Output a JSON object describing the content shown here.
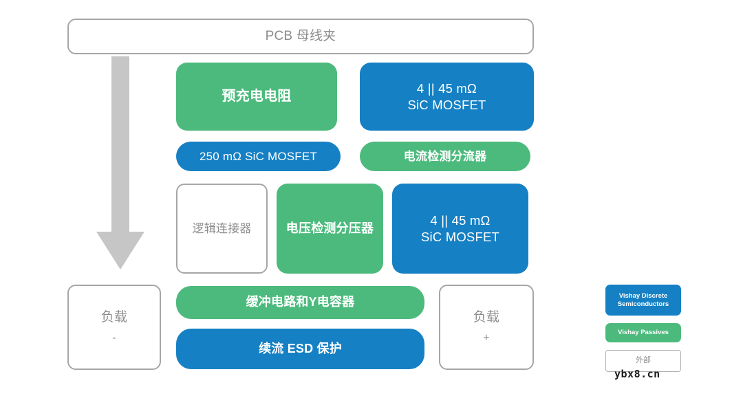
{
  "diagram": {
    "title_box": {
      "label": "PCB 母线夹",
      "style": "outline"
    },
    "blocks": [
      {
        "id": "precharge-resistor",
        "label": "预充电电阻",
        "style": "green"
      },
      {
        "id": "sic-mosfet-4p45-top",
        "line1": "4 || 45 mΩ",
        "line2": "SiC MOSFET",
        "style": "blue"
      },
      {
        "id": "sic-mosfet-250",
        "label": "250 mΩ SiC MOSFET",
        "style": "blue"
      },
      {
        "id": "current-sense-shunt",
        "label": "电流检测分流器",
        "style": "green"
      },
      {
        "id": "logic-connector",
        "label": "逻辑连接器",
        "style": "outline"
      },
      {
        "id": "voltage-sense-divider",
        "label": "电压检测分压器",
        "style": "green"
      },
      {
        "id": "sic-mosfet-4p45-mid",
        "line1": "4 || 45 mΩ",
        "line2": "SiC MOSFET",
        "style": "blue"
      },
      {
        "id": "load-negative",
        "label": "负载",
        "sub": "-",
        "style": "outline"
      },
      {
        "id": "snubber-y-capacitor",
        "label": "缓冲电路和Y电容器",
        "style": "green"
      },
      {
        "id": "freewheeling-esd",
        "label": "续流 ESD 保护",
        "style": "blue"
      },
      {
        "id": "load-positive",
        "label": "负载",
        "sub": "+",
        "style": "outline"
      }
    ],
    "flow_arrow": {
      "direction": "down",
      "color": "#c6c6c6"
    }
  },
  "legend": {
    "items": [
      {
        "id": "vishay-discrete-semiconductors",
        "label": "Vishay Discrete Semiconductors",
        "style": "blue",
        "color": "#1580c4"
      },
      {
        "id": "vishay-passives",
        "label": "Vishay Passives",
        "style": "green",
        "color": "#4cba7d"
      },
      {
        "id": "external",
        "label": "外部",
        "style": "outline",
        "color": "#ffffff"
      }
    ]
  },
  "watermark": {
    "text": "ybx8.cn"
  },
  "colors": {
    "blue": "#1580c4",
    "green": "#4cba7d",
    "outline_border": "#a6a6a6",
    "outline_text": "#8c8c8c",
    "arrow": "#c6c6c6",
    "background": "#ffffff"
  }
}
